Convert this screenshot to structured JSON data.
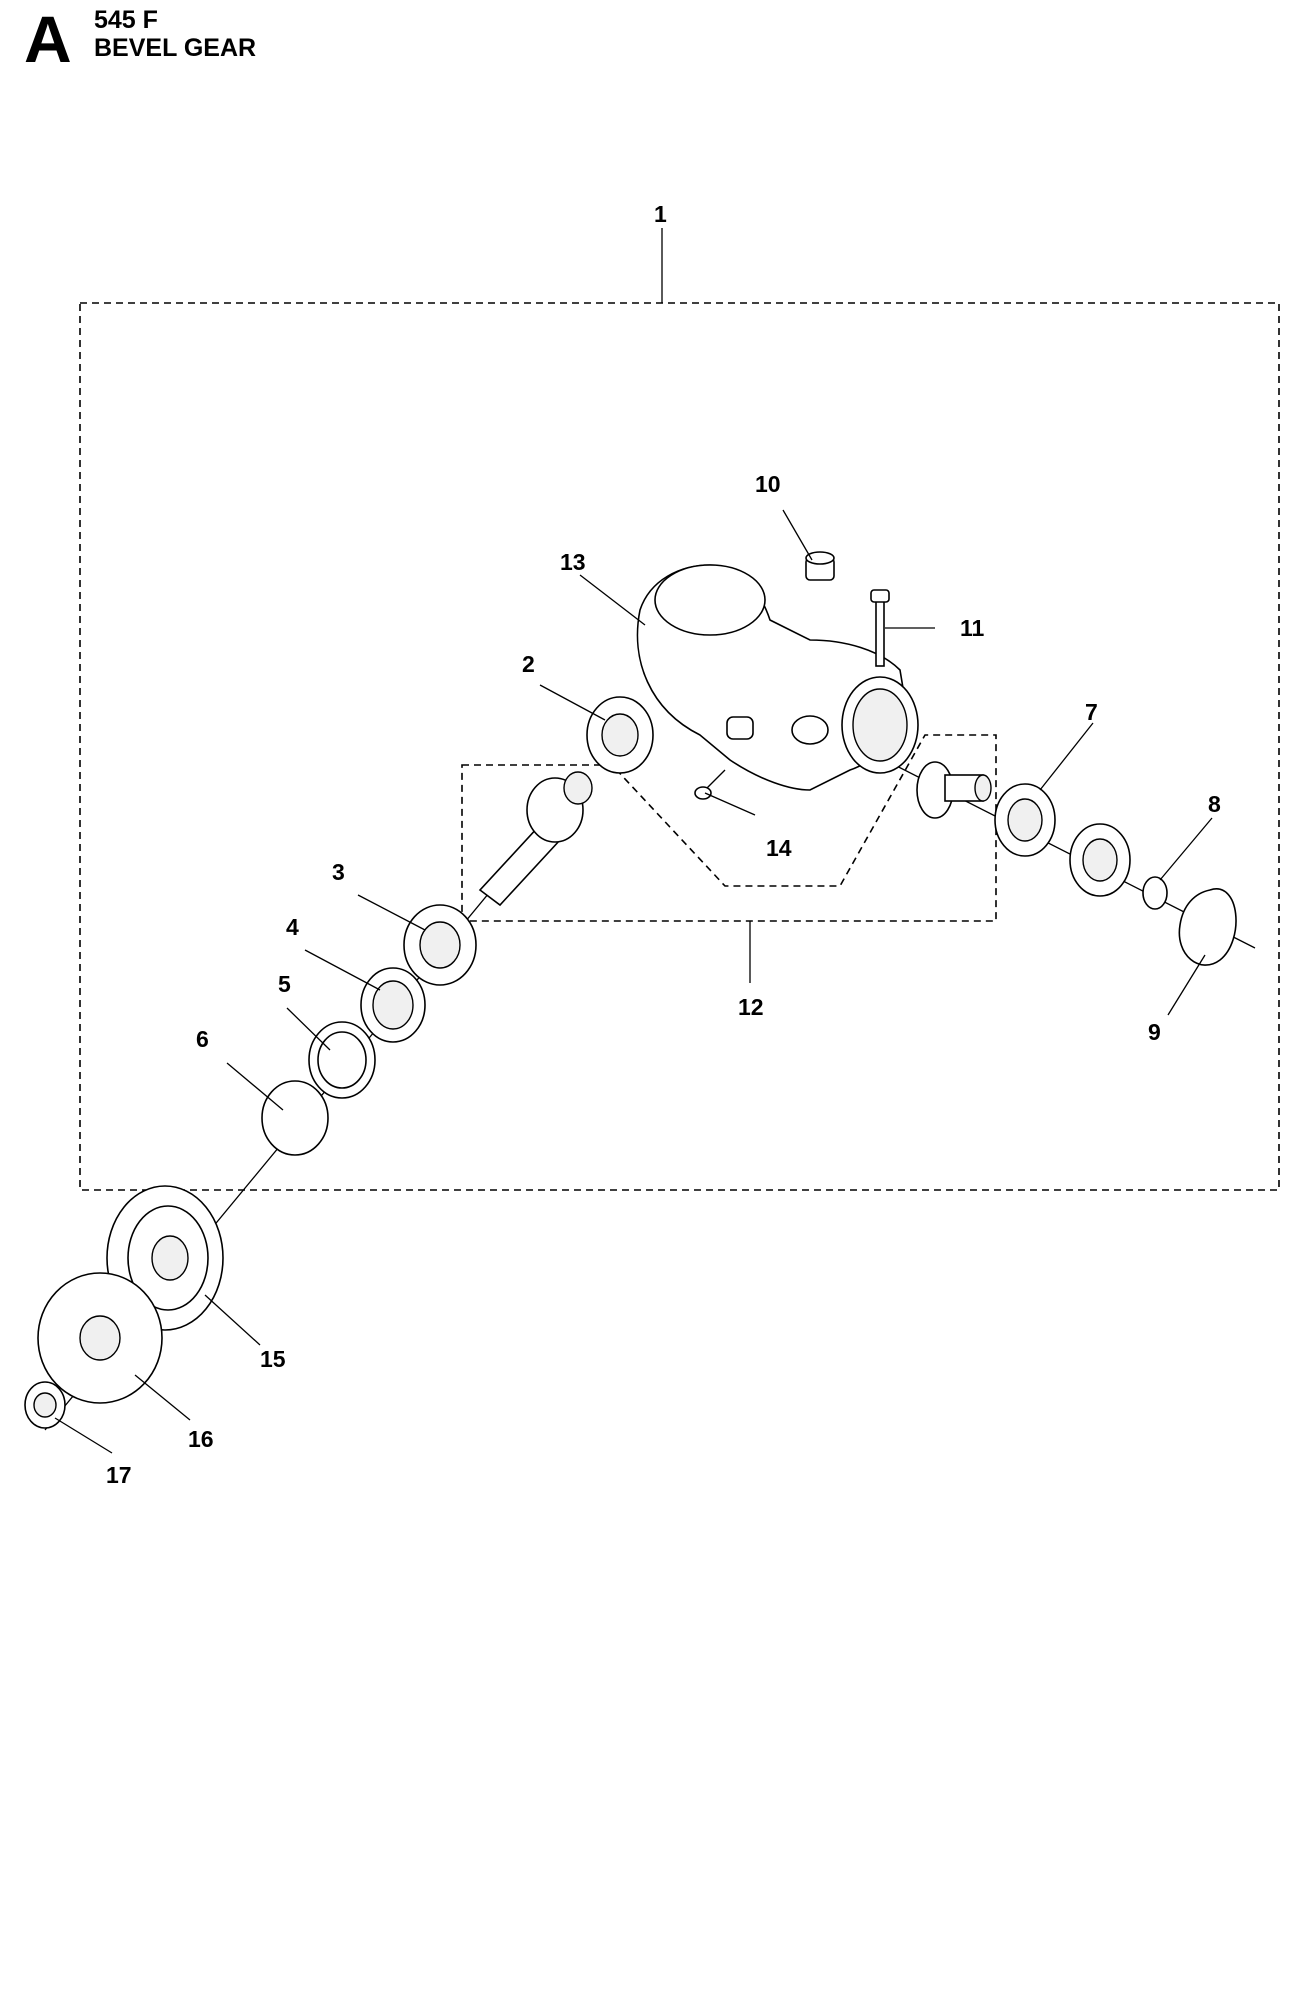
{
  "header": {
    "section_letter": "A",
    "model": "545 F",
    "title": "BEVEL GEAR"
  },
  "callouts": [
    {
      "id": "c1",
      "label": "1"
    },
    {
      "id": "c2",
      "label": "2"
    },
    {
      "id": "c3",
      "label": "3"
    },
    {
      "id": "c4",
      "label": "4"
    },
    {
      "id": "c5",
      "label": "5"
    },
    {
      "id": "c6",
      "label": "6"
    },
    {
      "id": "c7",
      "label": "7"
    },
    {
      "id": "c8",
      "label": "8"
    },
    {
      "id": "c9",
      "label": "9"
    },
    {
      "id": "c10",
      "label": "10"
    },
    {
      "id": "c11",
      "label": "11"
    },
    {
      "id": "c12",
      "label": "12"
    },
    {
      "id": "c13",
      "label": "13"
    },
    {
      "id": "c14",
      "label": "14"
    },
    {
      "id": "c15",
      "label": "15"
    },
    {
      "id": "c16",
      "label": "16"
    },
    {
      "id": "c17",
      "label": "17"
    }
  ]
}
